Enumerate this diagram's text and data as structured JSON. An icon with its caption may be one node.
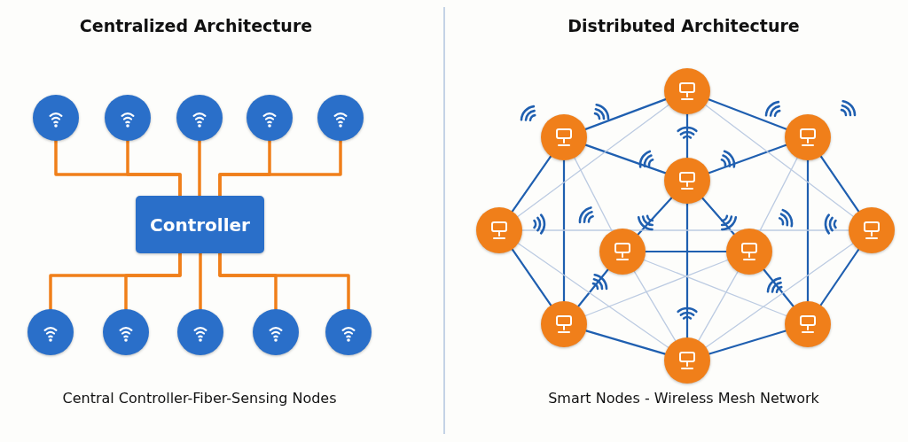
{
  "diagram": {
    "nodes": [
      {
        "text": [
          "Controller"
        ]
      },
      {
        "text": [],
        "shape": "circle"
      },
      {
        "text": [],
        "shape": "circle"
      },
      {
        "text": [],
        "shape": "circle"
      },
      {
        "text": [],
        "shape": "circle"
      },
      {
        "text": [],
        "shape": "circle"
      },
      {
        "text": [],
        "shape": "circle"
      },
      {
        "text": [],
        "shape": "circle"
      },
      {
        "text": [],
        "shape": "circle"
      },
      {
        "text": [],
        "shape": "circle"
      },
      {
        "text": [],
        "shape": "circle"
      },
      {
        "text": [],
        "shape": "circle"
      },
      {
        "text": [],
        "shape": "circle"
      },
      {
        "text": [],
        "shape": "circle"
      },
      {
        "text": [],
        "shape": "circle"
      },
      {
        "text": [],
        "shape": "circle"
      },
      {
        "text": [],
        "shape": "circle"
      },
      {
        "text": [],
        "shape": "circle"
      },
      {
        "text": [],
        "shape": "circle"
      },
      {
        "text": [],
        "shape": "circle"
      },
      {
        "text": [],
        "shape": "circle"
      },
      {
        "text": [],
        "shape": "circle"
      }
    ],
    "edges": [
      {
        "from": 1,
        "to": 0,
        "arrow": "none",
        "color": "#f07f1a"
      },
      {
        "from": 2,
        "to": 0,
        "arrow": "none",
        "color": "#f07f1a"
      },
      {
        "from": 3,
        "to": 0,
        "arrow": "none",
        "color": "#f07f1a"
      },
      {
        "from": 4,
        "to": 0,
        "arrow": "none",
        "color": "#f07f1a"
      },
      {
        "from": 5,
        "to": 0,
        "arrow": "none",
        "color": "#f07f1a"
      },
      {
        "from": 0,
        "to": 6,
        "arrow": "none",
        "color": "#f07f1a"
      },
      {
        "from": 0,
        "to": 7,
        "arrow": "none",
        "color": "#f07f1a"
      },
      {
        "from": 0,
        "to": 8,
        "arrow": "none",
        "color": "#f07f1a"
      },
      {
        "from": 0,
        "to": 9,
        "arrow": "none",
        "color": "#f07f1a"
      },
      {
        "from": 0,
        "to": 10,
        "arrow": "none",
        "color": "#f07f1a"
      },
      {
        "from": 11,
        "to": 12,
        "arrow": "none"
      },
      {
        "from": 11,
        "to": 13,
        "arrow": "none"
      },
      {
        "from": 11,
        "to": 14,
        "arrow": "none"
      },
      {
        "from": 12,
        "to": 14,
        "arrow": "none"
      },
      {
        "from": 13,
        "to": 14,
        "arrow": "none"
      },
      {
        "from": 12,
        "to": 15,
        "arrow": "none"
      },
      {
        "from": 12,
        "to": 19,
        "arrow": "none"
      },
      {
        "from": 13,
        "to": 18,
        "arrow": "none"
      },
      {
        "from": 13,
        "to": 20,
        "arrow": "none"
      },
      {
        "from": 15,
        "to": 19,
        "arrow": "none"
      },
      {
        "from": 18,
        "to": 20,
        "arrow": "none"
      },
      {
        "from": 19,
        "to": 21,
        "arrow": "none"
      },
      {
        "from": 20,
        "to": 21,
        "arrow": "none"
      },
      {
        "from": 14,
        "to": 16,
        "arrow": "none"
      },
      {
        "from": 14,
        "to": 17,
        "arrow": "none"
      },
      {
        "from": 14,
        "to": 21,
        "arrow": "none"
      },
      {
        "from": 16,
        "to": 17,
        "arrow": "none"
      },
      {
        "from": 16,
        "to": 19,
        "arrow": "none"
      },
      {
        "from": 17,
        "to": 20,
        "arrow": "none"
      },
      {
        "from": 11,
        "to": 15,
        "arrow": "none",
        "color": "#bccbe2"
      },
      {
        "from": 11,
        "to": 18,
        "arrow": "none",
        "color": "#bccbe2"
      },
      {
        "from": 12,
        "to": 16,
        "arrow": "none",
        "color": "#bccbe2"
      },
      {
        "from": 13,
        "to": 17,
        "arrow": "none",
        "color": "#bccbe2"
      },
      {
        "from": 15,
        "to": 18,
        "arrow": "none",
        "color": "#bccbe2"
      },
      {
        "from": 15,
        "to": 21,
        "arrow": "none",
        "color": "#bccbe2"
      },
      {
        "from": 18,
        "to": 21,
        "arrow": "none",
        "color": "#bccbe2"
      },
      {
        "from": 16,
        "to": 20,
        "arrow": "none",
        "color": "#bccbe2"
      },
      {
        "from": 17,
        "to": 19,
        "arrow": "none",
        "color": "#bccbe2"
      },
      {
        "from": 16,
        "to": 21,
        "arrow": "none",
        "color": "#bccbe2"
      },
      {
        "from": 17,
        "to": 21,
        "arrow": "none",
        "color": "#bccbe2"
      }
    ],
    "labels": [
      "Centralized Architecture",
      "Distributed Architecture",
      "Central Controller-Fiber-Sensing Nodes",
      "Smart Nodes - Wireless Mesh Network"
    ]
  }
}
